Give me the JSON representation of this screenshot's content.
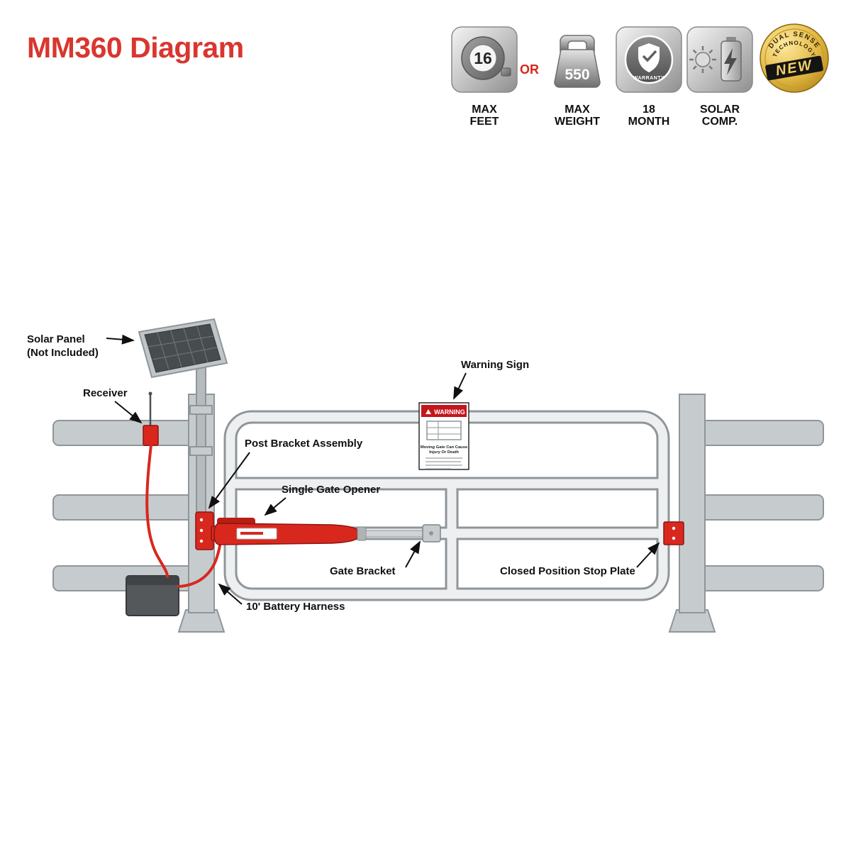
{
  "title": "MM360 Diagram",
  "badges": {
    "or": "OR",
    "feet": {
      "value": "16",
      "line1": "MAX",
      "line2": "FEET"
    },
    "weight": {
      "value": "550",
      "line1": "MAX",
      "line2": "WEIGHT"
    },
    "warranty": {
      "value": "WARRANTY",
      "line1": "18",
      "line2": "MONTH"
    },
    "solar": {
      "line1": "SOLAR",
      "line2": "COMP."
    },
    "new_seal": {
      "arc1": "DUAL SENSE",
      "arc2": "TECHNOLOGY",
      "value": "NEW"
    }
  },
  "labels": {
    "solar_panel_1": "Solar Panel",
    "solar_panel_2": "(Not Included)",
    "receiver": "Receiver",
    "warning_sign": "Warning Sign",
    "post_bracket": "Post Bracket Assembly",
    "gate_opener": "Single Gate Opener",
    "gate_bracket": "Gate Bracket",
    "stop_plate": "Closed Position Stop Plate",
    "battery_harness": "10' Battery Harness"
  },
  "warning_sign": {
    "header": "WARNING",
    "body1": "Moving Gate Can Cause",
    "body2": "Injury Or Death"
  },
  "colors": {
    "brand_red": "#d9362f",
    "component_red": "#d8281e",
    "fence_gray": "#c6cbce",
    "gold": "#e3b844"
  }
}
